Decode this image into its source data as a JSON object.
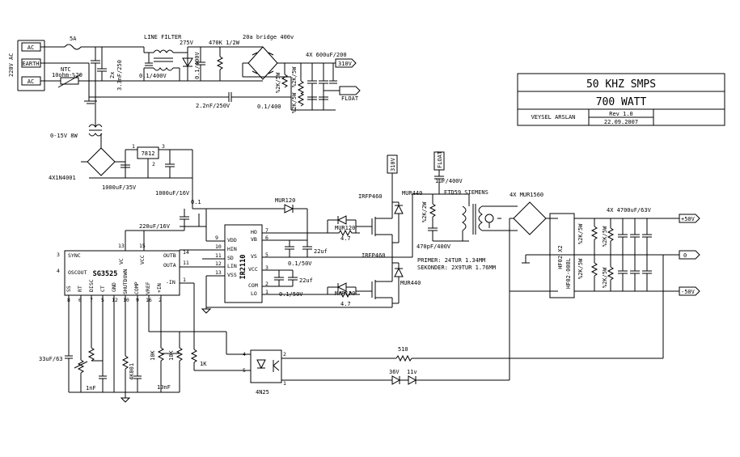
{
  "title_block": {
    "title1": "50 KHZ SMPS",
    "title2": "700 WATT",
    "author": "VEYSEL ARSLAN",
    "rev": "Rev 1.0",
    "date": "22.09.2007"
  },
  "input": {
    "mains": "220V AC",
    "ac1": "AC",
    "earth": "EARTH",
    "ac2": "AC",
    "fuse": "5A",
    "cap_x": "2x",
    "cap_x_val": "3.3nF/250",
    "ntc": "NTC",
    "ntc_val": "10ohm-%20",
    "line_filter": "LINE FILTER",
    "filter_cap": "0.1/400V",
    "varistor": "275V",
    "cap_right": "0.1/400V",
    "bleeder": "470K 1/2W",
    "bridge": "20a bridge 400v",
    "bulk_caps": "4X 600uF/200",
    "out_310": "310V",
    "out_float": "FLOAT",
    "res_a": "%2K/5W",
    "res_b": "%2K/5W",
    "res_c": "%2K/5W",
    "cap_01": "0.1/400",
    "ycap": "2.2nF/250V"
  },
  "aux_supply": {
    "transformer": "0-15V 8W",
    "diodes": "4X1N4001",
    "regulator": "7812",
    "pin1": "1",
    "pin2": "2",
    "pin3": "3",
    "cap_big": "1000uF/35V",
    "cap_out": "1000uF/16V"
  },
  "driver": {
    "chip": "IR2110",
    "cap_220": "220uF/16V",
    "cap_01": "0.1",
    "diode": "MUR120",
    "pins_left": [
      "VDD",
      "HIN",
      "SD",
      "LIN",
      "VSS"
    ],
    "pins_left_num": [
      "9",
      "10",
      "11",
      "12",
      "13"
    ],
    "pins_right": [
      "HO",
      "VB",
      "VS",
      "VCC",
      "COM",
      "LO"
    ],
    "pins_right_num": [
      "7",
      "6",
      "5",
      "3",
      "2",
      "1"
    ],
    "cap_22a": "22uf",
    "cap_01b": "0.1/50V",
    "cap_22b": "22uf",
    "cap_01c": "0.1/50V",
    "gate_res1": "4.7",
    "gate_res2": "4.7",
    "gate_d1": "MUR120",
    "gate_d2": "MUR120"
  },
  "pwm": {
    "chip": "SG3525",
    "pins_top": [
      "SYNC",
      "OSCOUT"
    ],
    "pins_top_num": [
      "3",
      "4"
    ],
    "pins_r": [
      "OUTB",
      "OUTA"
    ],
    "pins_r_num": [
      "14",
      "11"
    ],
    "pin_vc": "VC",
    "pin_vcc": "VCC",
    "pin_vc_num": "13",
    "pin_vcc_num": "15",
    "pin_minus": "-IN",
    "pin_minus_num": "1",
    "pins_bottom": [
      "SS",
      "RT",
      "DISC",
      "CT",
      "GND",
      "SHUTDOWN",
      "COMP",
      "VREF",
      "+IN"
    ],
    "pins_bottom_num": [
      "8",
      "6",
      "7",
      "5",
      "12",
      "10",
      "9",
      "16",
      "2"
    ],
    "cap_ss": "33uF/63",
    "cap_ct": "1nF",
    "cap_comp": "10nF",
    "res_shut": "4K001",
    "res_10k1": "10K",
    "res_10k2": "10K",
    "res_1k": "1K"
  },
  "power_stage": {
    "mosfet1": "IRFP460",
    "mosfet2": "IRFP460",
    "diode1": "MUR440",
    "diode2": "MUR440",
    "label_310": "310V",
    "label_float": "FLOAT",
    "cap_1u": "1uF/400V",
    "res_snub": "%2K/2W",
    "cap_snub": "470pF/400V",
    "transformer": "ETD59 SIEMENS",
    "primary": "PRIMER: 24TUR 1.34MM",
    "secondary": "SEKONDER: 2X9TUR 1.76MM"
  },
  "output": {
    "rect": "4X MUR1560",
    "caps": "4X 4700uF/63V",
    "choke1": "HF02 X2",
    "choke2": "HF02-008L",
    "res1": "%2K/5W",
    "res2": "%2K/5W",
    "res3": "%2K/5W",
    "res4": "%2K/5W",
    "plus50": "+50V",
    "zero": "0",
    "minus50": "-50V"
  },
  "feedback": {
    "opto": "4N25",
    "res": "510",
    "zener1": "36V",
    "zener2": "11v",
    "pin4": "4",
    "pin5": "5",
    "pin1": "1",
    "pin2": "2"
  }
}
